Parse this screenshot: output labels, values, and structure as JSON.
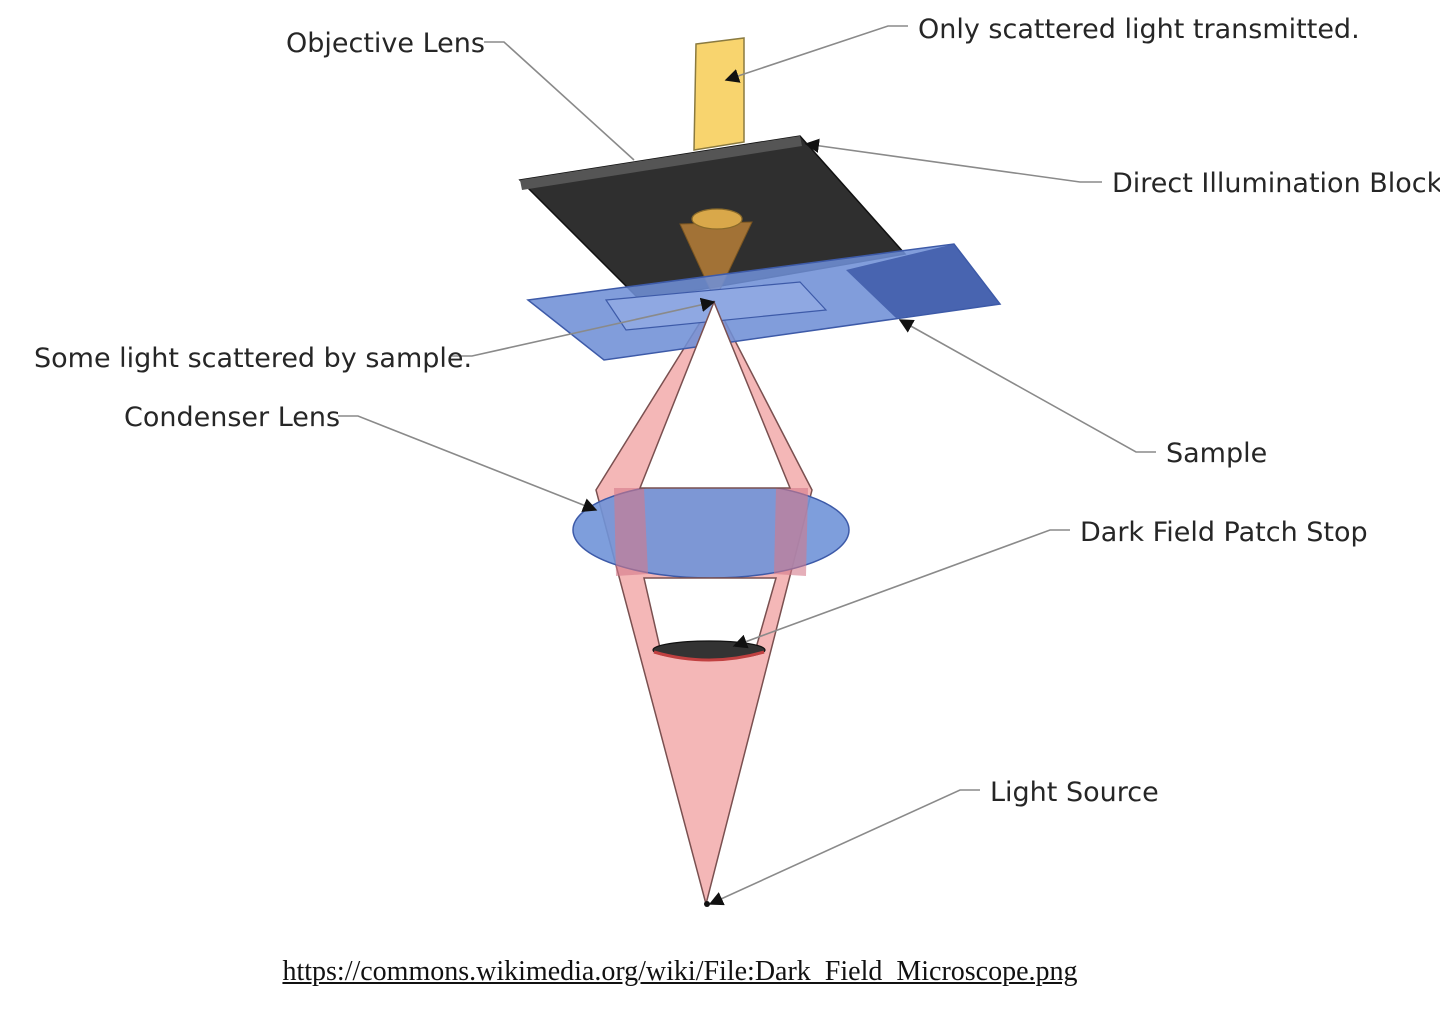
{
  "diagram": {
    "labels": {
      "objective_lens": "Objective Lens",
      "only_scattered": "Only scattered light transmitted.",
      "direct_block": "Direct Illumination Block",
      "some_light": "Some light scattered by sample.",
      "condenser": "Condenser Lens",
      "sample": "Sample",
      "patch_stop": "Dark Field Patch Stop",
      "light_source": "Light Source"
    },
    "colors": {
      "light_beam": "#f2aaaa",
      "lens_blue": "#7093d8",
      "slide_blue": "#6f8fd6",
      "block_dark": "#2f2f2f",
      "transmitted_yellow": "#f8d46e"
    }
  },
  "footer": {
    "source_url": "https://commons.wikimedia.org/wiki/File:Dark_Field_Microscope.png"
  }
}
